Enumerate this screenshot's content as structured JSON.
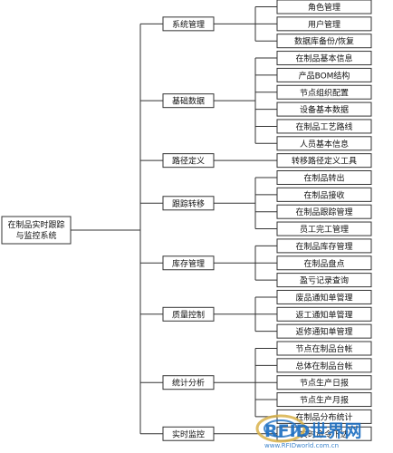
{
  "root": {
    "label": "在制品实时跟踪与监控系统"
  },
  "modules": [
    {
      "label": "系统管理",
      "children": [
        "角色管理",
        "用户管理",
        "数据库备份/恢复"
      ]
    },
    {
      "label": "基础数据",
      "children": [
        "在制品基本信息",
        "产品BOM结构",
        "节点组织配置",
        "设备基本数据",
        "在制品工艺路线",
        "人员基本信息"
      ]
    },
    {
      "label": "路径定义",
      "children": [
        "转移路径定义工具"
      ]
    },
    {
      "label": "跟踪转移",
      "children": [
        "在制品转出",
        "在制品接收",
        "在制品跟踪管理",
        "员工完工管理"
      ]
    },
    {
      "label": "库存管理",
      "children": [
        "在制品库存管理",
        "在制品盘点",
        "盈亏记录查询"
      ]
    },
    {
      "label": "质量控制",
      "children": [
        "废品通知单管理",
        "返工通知单管理",
        "返修通知单管理"
      ]
    },
    {
      "label": "统计分析",
      "children": [
        "节点在制品台帐",
        "总体在制品台帐",
        "节点生产日报",
        "节点生产月报",
        "在制品分布统计"
      ]
    },
    {
      "label": "实时监控",
      "children": [
        "实时命令下达"
      ]
    }
  ],
  "watermark": {
    "logo_text": "RFID世界网",
    "url_text": "www.RFIDworld.com.cn",
    "accent": "#1b6ec2",
    "accent_light": "#d8b24a"
  },
  "colors": {
    "line": "#333333",
    "box_border": "#333333",
    "text": "#111111",
    "background": "#ffffff"
  }
}
